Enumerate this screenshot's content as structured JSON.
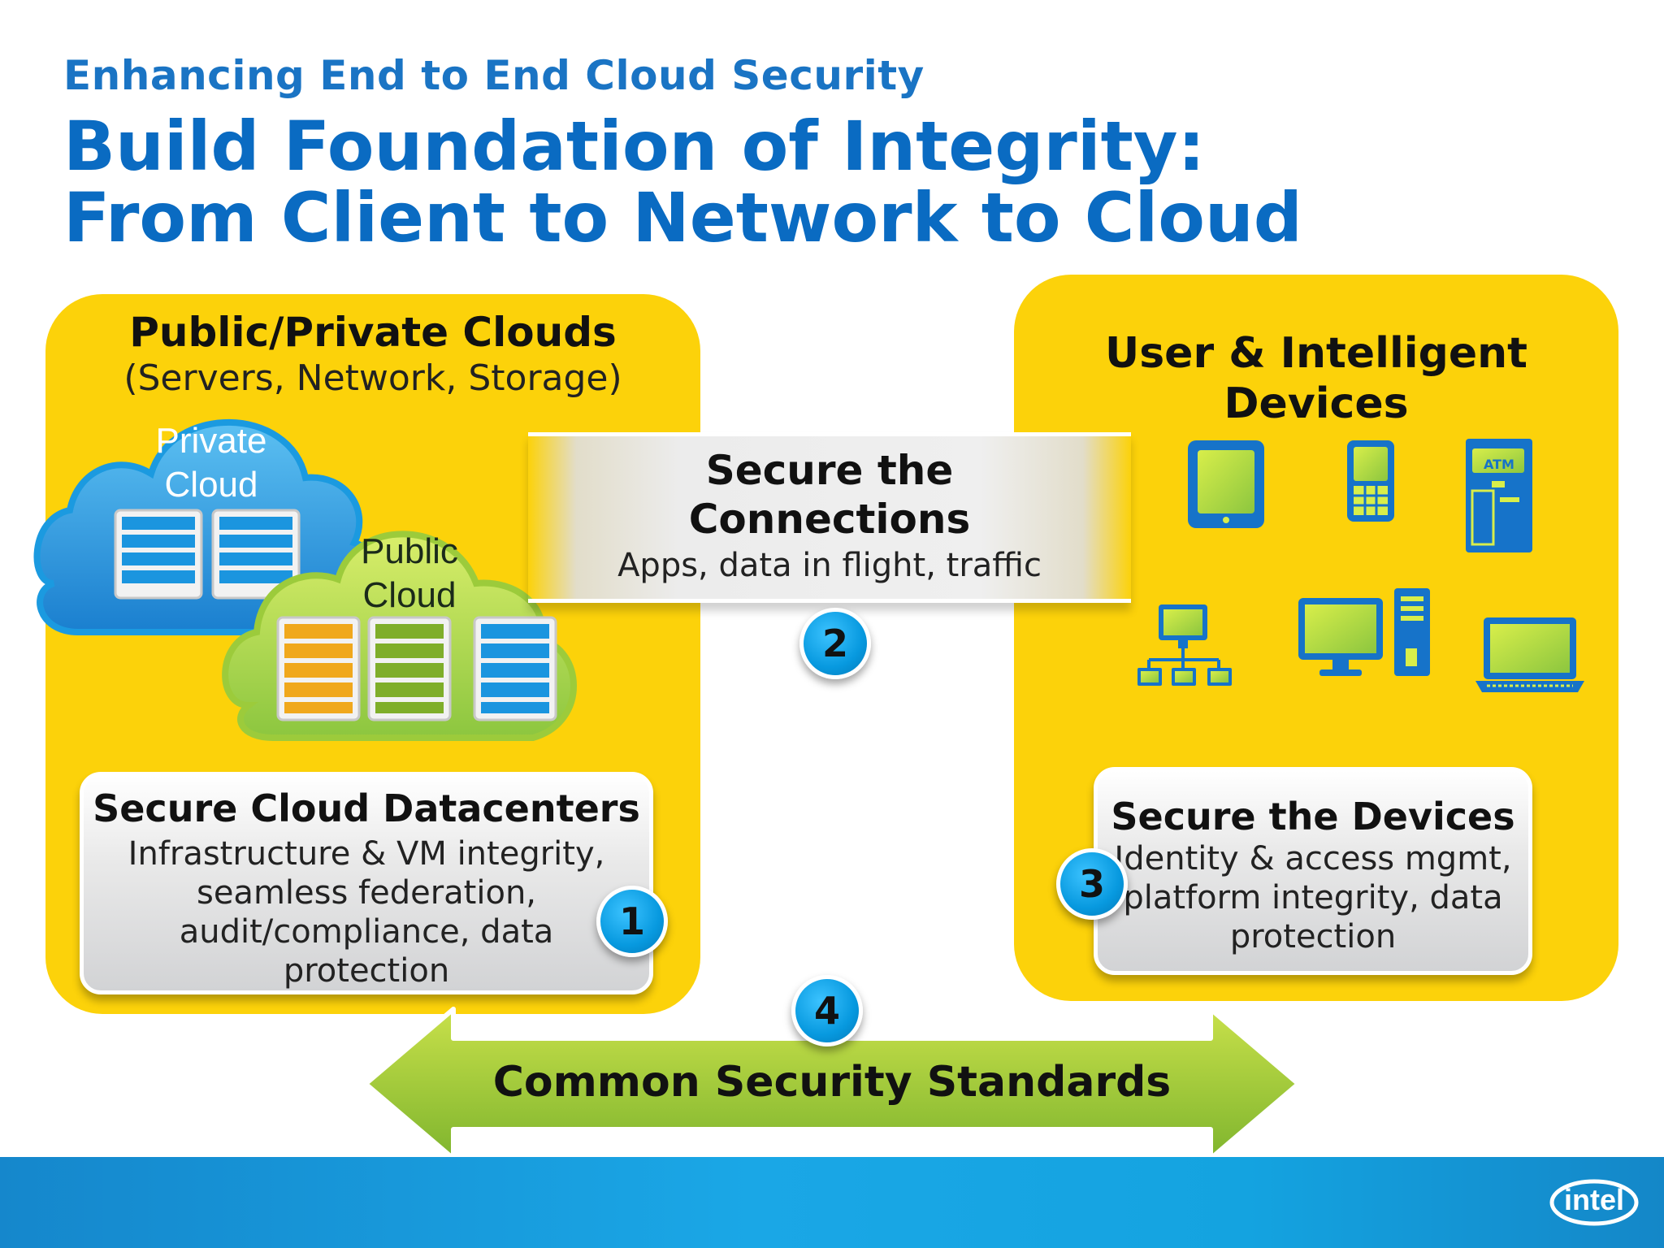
{
  "header": {
    "subtitle": "Enhancing End to End Cloud Security",
    "title_line1": "Build Foundation of Integrity:",
    "title_line2": "From Client to Network to Cloud"
  },
  "left_panel": {
    "title": "Public/Private Clouds",
    "subtitle": "(Servers, Network, Storage)",
    "private_cloud_label_1": "Private",
    "private_cloud_label_2": "Cloud",
    "public_cloud_label_1": "Public",
    "public_cloud_label_2": "Cloud",
    "box_heading": "Secure Cloud Datacenters",
    "box_line1": "Infrastructure & VM integrity,",
    "box_line2": "seamless federation,",
    "box_line3": "audit/compliance, data",
    "box_line4": "protection",
    "badge": "1"
  },
  "connections": {
    "heading_1": "Secure the",
    "heading_2": "Connections",
    "text": "Apps, data in flight, traffic",
    "badge": "2"
  },
  "right_panel": {
    "title_1": "User & Intelligent",
    "title_2": "Devices",
    "atm_label": "ATM",
    "box_heading": "Secure the Devices",
    "box_line1": "Identity & access mgmt,",
    "box_line2": "platform integrity, data",
    "box_line3": "protection",
    "badge": "3",
    "icons": [
      "tablet-icon",
      "phone-icon",
      "atm-icon",
      "network-icon",
      "desktop-icon",
      "laptop-icon"
    ]
  },
  "standards": {
    "label": "Common Security Standards",
    "badge": "4"
  },
  "footer": {
    "logo": "intel"
  },
  "colors": {
    "yellow": "#fcd20a",
    "blue_title": "#0a6bc2",
    "green_arrow": "#8cc63f",
    "badge_blue": "#0799df",
    "footer_blue": "#1aa7e6"
  }
}
